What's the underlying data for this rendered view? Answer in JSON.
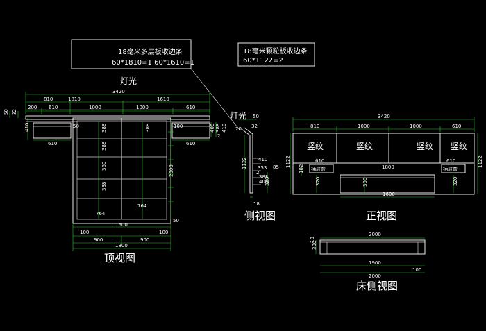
{
  "notes": {
    "multilayer_line1": "18毫米多层板收边条",
    "multilayer_line2": "60*1810=1   60*1610=1",
    "granule_line1": "18毫米颗粒板收边条",
    "granule_line2": "60*1122=2"
  },
  "labels": {
    "light_top": "灯光",
    "light_side": "灯光",
    "top_view": "顶视图",
    "side_view": "侧视图",
    "front_view": "正视图",
    "bed_side_view": "床侧视图",
    "vertical_grain": "竖纹",
    "drawer_box": "抽屉盒"
  },
  "top_view_dims": {
    "overall": "3420",
    "d810": "810",
    "d1810": "1810",
    "d1610": "1610",
    "d200": "200",
    "d610a": "610",
    "d1000": "1000",
    "d1000b": "1000",
    "d610b": "610",
    "d410a": "410",
    "d410b": "410",
    "d610c": "610",
    "d610d": "610",
    "d50": "50",
    "d32": "32",
    "d388a": "388",
    "d388b": "388",
    "d388c": "388",
    "d360": "360",
    "d388d": "388",
    "d764a": "764",
    "d764b": "764",
    "d2000": "2000",
    "d408": "408",
    "d388e": "388",
    "d2": "2",
    "d100a": "100",
    "d1600": "1600",
    "d100b": "100",
    "d900a": "900",
    "d900b": "900",
    "d1800": "1800",
    "d50b": "50",
    "d410c": "410"
  },
  "side_view_dims": {
    "d50": "50",
    "d32": "32",
    "d20": "20",
    "d1122": "1122",
    "d410": "410",
    "d353": "353",
    "d388": "388",
    "d408": "408",
    "d85": "85",
    "d320": "320",
    "d18": "18",
    "d2": "2"
  },
  "front_view_dims": {
    "overall": "3420",
    "d810": "810",
    "d1000a": "1000",
    "d1000b": "1000",
    "d610a": "610",
    "d610b": "610",
    "d1800": "1800",
    "d610c": "610",
    "d1122a": "1122",
    "d1122b": "1122",
    "d182": "182",
    "d320a": "320",
    "d300": "300",
    "d320b": "320",
    "d1600": "1600"
  },
  "bed_side_dims": {
    "d2000": "2000",
    "d300": "300",
    "d18": "18",
    "d1900": "1900",
    "d100": "100",
    "d2000b": "2000"
  }
}
